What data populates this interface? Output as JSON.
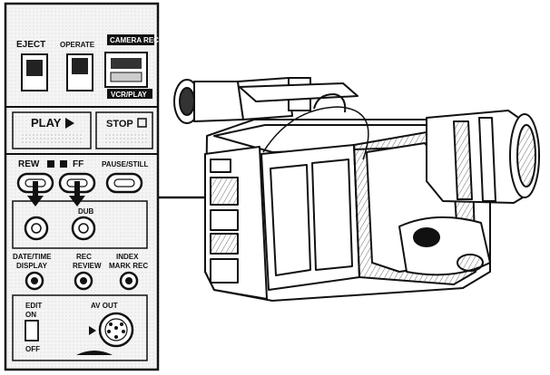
{
  "panel": {
    "eject": "EJECT",
    "operate": "OPERATE",
    "camera_rec": "CAMERA REC",
    "vcr_play": "VCR/PLAY",
    "play": "PLAY",
    "stop": "STOP",
    "rew": "REW",
    "ff": "FF",
    "pause_still": "PAUSE/STILL",
    "dub": "DUB",
    "date_time": "DATE/TIME",
    "display": "DISPLAY",
    "rec": "REC",
    "review": "REVIEW",
    "index": "INDEX",
    "mark_rec": "MARK REC",
    "edit": "EDIT",
    "on": "ON",
    "off": "OFF",
    "av_out": "AV OUT"
  },
  "colors": {
    "ink": "#111111",
    "panel_bg": "#f4f4f4",
    "paper": "#ffffff"
  }
}
